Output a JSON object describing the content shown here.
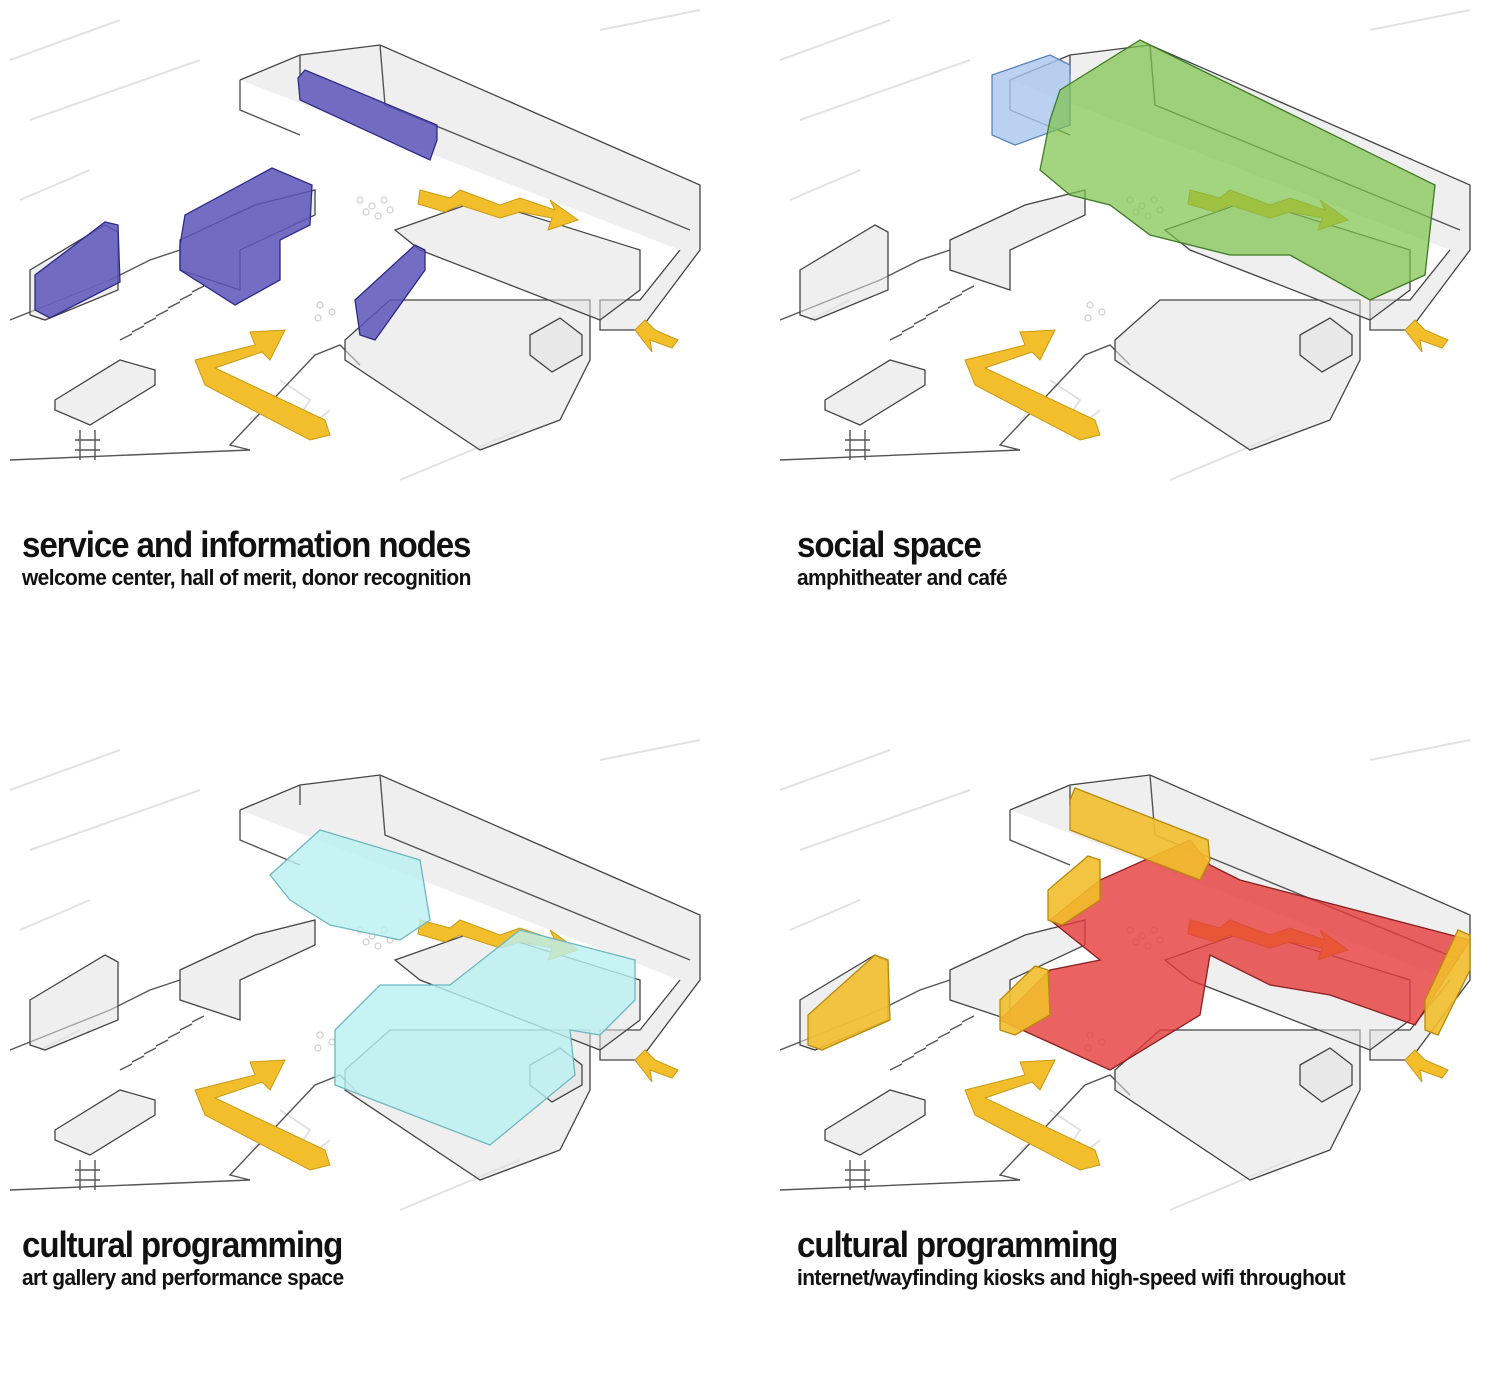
{
  "colors": {
    "service_nodes": "#5a55b8",
    "social_space": "#7cc24a",
    "social_space_cafe": "#a9c6ef",
    "cultural_gallery": "#b9f0f2",
    "cultural_kiosks": "#e53b3b",
    "kiosk_nodes": "#f2be2c",
    "circulation_arrow": "#f2be2c",
    "structure": "#d9d9d9"
  },
  "panels": [
    {
      "title": "service and information nodes",
      "subtitle": "welcome center, hall of merit, donor recognition",
      "highlight": "service_nodes"
    },
    {
      "title": "social space",
      "subtitle": "amphitheater and café",
      "highlight": "social_space"
    },
    {
      "title": "cultural programming",
      "subtitle": "art gallery and performance space",
      "highlight": "cultural_gallery"
    },
    {
      "title": "cultural programming",
      "subtitle": "internet/wayfinding kiosks and high-speed wifi throughout",
      "highlight": "cultural_kiosks"
    }
  ]
}
